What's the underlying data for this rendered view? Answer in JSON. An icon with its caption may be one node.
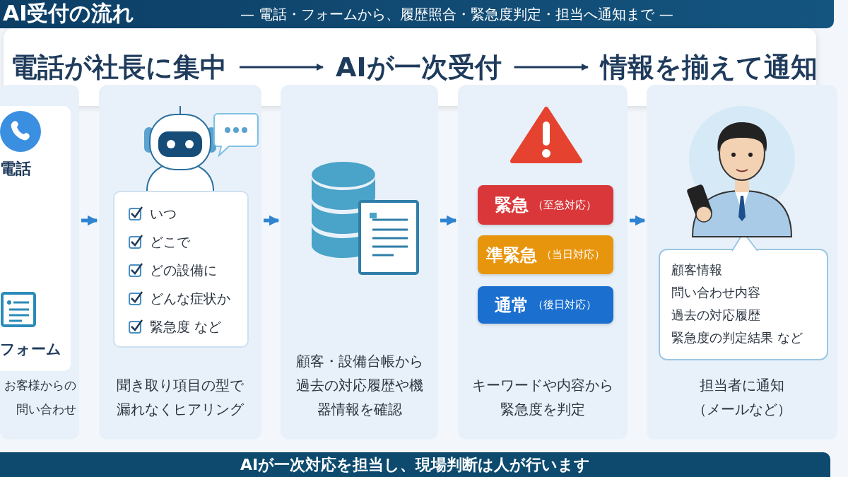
{
  "diagram": {
    "title": "AI受付の流れ",
    "nodes": [
      {
        "text": [],
        "shape": "box"
      },
      {
        "text": [
          "電話が社長に集中"
        ],
        "in": 0
      },
      {
        "text": [
          "AIが一次受付"
        ],
        "in": 0
      },
      {
        "text": [
          "情報を揃えて通知"
        ],
        "in": 0
      },
      {
        "text": [
          "お客様からの問い合わせ"
        ]
      },
      {
        "text": [
          "聞き取り項目の型で漏れなくヒアリング"
        ]
      },
      {
        "text": [
          "いつ",
          "どこで",
          "どの設備に",
          "どんな症状か",
          "緊急度 など"
        ],
        "in": 5
      },
      {
        "text": [
          "顧客・設備台帳から過去の対応履歴や機器情報を確認"
        ]
      },
      {
        "text": [
          "キーワードや内容から緊急度を判定"
        ]
      },
      {
        "text": [
          "緊急",
          "（至急対応）"
        ],
        "in": 8
      },
      {
        "text": [
          "準緊急",
          "（当日対応）"
        ],
        "in": 8
      },
      {
        "text": [
          "通常",
          "（後日対応）"
        ],
        "in": 8
      },
      {
        "text": [
          "担当者に通知（メールなど）"
        ]
      },
      {
        "text": [
          "顧客情報",
          "問い合わせ内容",
          "過去の対応履歴",
          "緊急度の判定結果 など"
        ],
        "in": 12
      },
      {
        "text": [
          "AIが一次対応を担当し、現場判断は人が行います"
        ]
      }
    ],
    "edges": [
      {
        "from": 1,
        "to": 2,
        "arrow": "to",
        "color": "#1f3b5c"
      },
      {
        "from": 2,
        "to": 3,
        "arrow": "to",
        "color": "#1f3b5c"
      },
      {
        "from": 4,
        "to": 5,
        "arrow": "to"
      },
      {
        "from": 5,
        "to": 7,
        "arrow": "to"
      },
      {
        "from": 7,
        "to": 8,
        "arrow": "to"
      },
      {
        "from": 8,
        "to": 12,
        "arrow": "to"
      }
    ],
    "labels": [
      "— 電話・フォームから、履歴照合・緊急度判定・担当へ通知まで —",
      "電話",
      "フォーム"
    ]
  }
}
